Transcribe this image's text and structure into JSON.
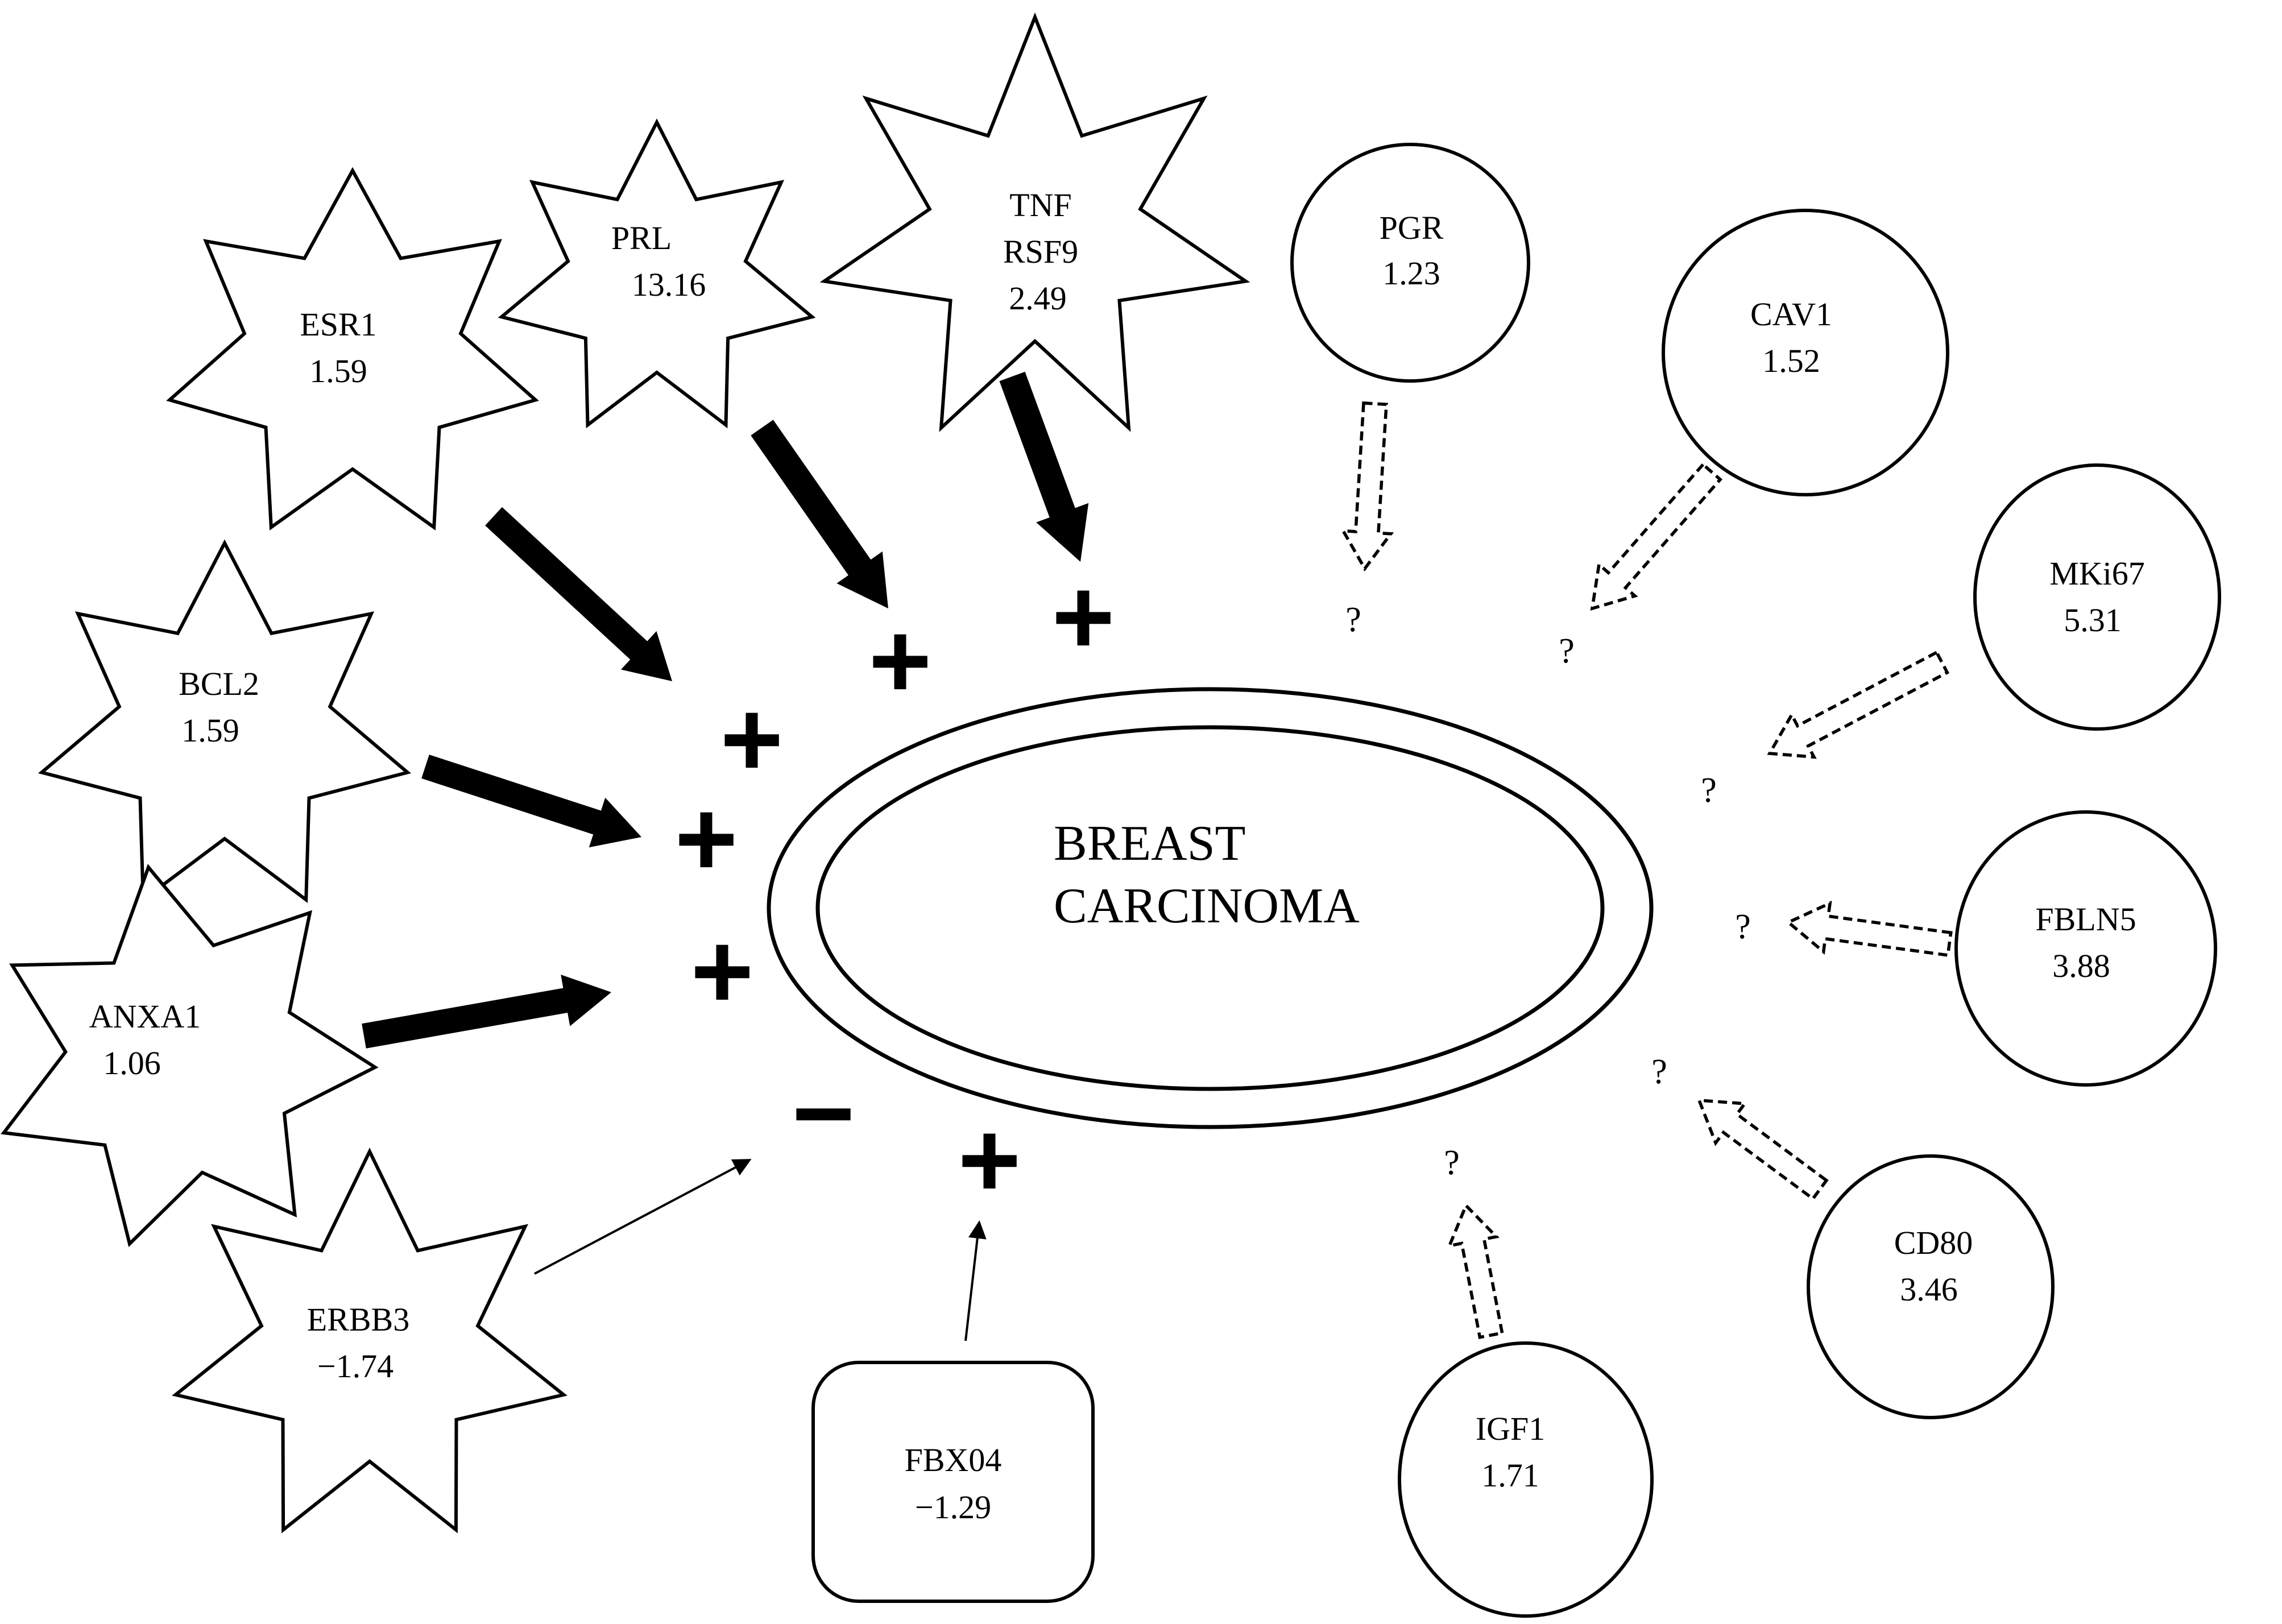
{
  "center": {
    "line1": "BREAST",
    "line2": "CARCINOMA"
  },
  "nodes": {
    "esr1": {
      "name": "ESR1",
      "value": "1.59"
    },
    "prl": {
      "name": "PRL",
      "value": "13.16"
    },
    "tnfrsf9": {
      "name": "TNF",
      "name2": "RSF9",
      "value": "2.49"
    },
    "bcl2": {
      "name": "BCL2",
      "value": "1.59"
    },
    "anxa1": {
      "name": "ANXA1",
      "value": "1.06"
    },
    "erbb3": {
      "name": "ERBB3",
      "value": "−1.74"
    },
    "fbx04": {
      "name": "FBX04",
      "value": "−1.29"
    },
    "pgr": {
      "name": "PGR",
      "value": "1.23"
    },
    "cav1": {
      "name": "CAV1",
      "value": "1.52"
    },
    "mki67": {
      "name": "MKi67",
      "value": "5.31"
    },
    "fbln5": {
      "name": "FBLN5",
      "value": "3.88"
    },
    "cd80": {
      "name": "CD80",
      "value": "3.46"
    },
    "igf1": {
      "name": "IGF1",
      "value": "1.71"
    }
  },
  "effects": {
    "esr1": "+",
    "prl": "+",
    "tnfrsf9": "+",
    "bcl2": "+",
    "anxa1": "+",
    "erbb3": "−",
    "fbx04": "+",
    "pgr": "?",
    "cav1": "?",
    "mki67": "?",
    "fbln5": "?",
    "cd80": "?",
    "igf1": "?"
  }
}
